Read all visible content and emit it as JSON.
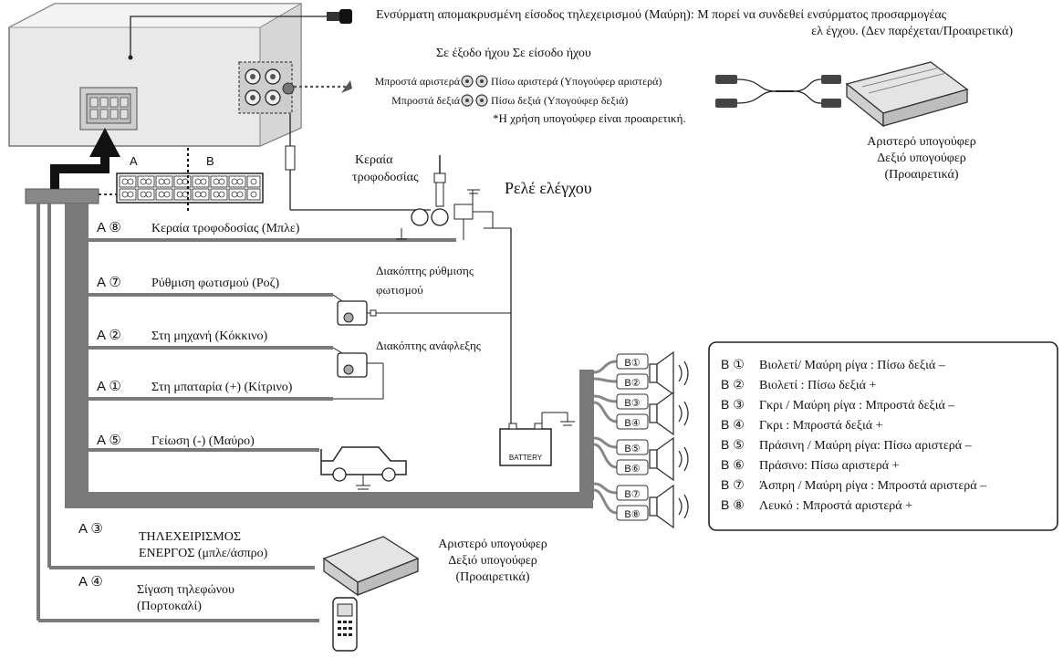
{
  "remote_input": {
    "line1": "Ενσύρματη απομακρυσμένη είσοδος τηλεχειρισμού (Μαύρη): Μ πορεί να συνδεθεί ενσύρματος προσαρμογέας",
    "line2": "ελ έγχου. (Δεν παρέχεται/Προαιρετικά)"
  },
  "audio_io": {
    "header": "Σε έξοδο ήχου Σε είσοδο ήχου",
    "front_left": "Μπροστά αριστερά",
    "front_right": "Μπροστά δεξιά",
    "rear_left": "Πίσω αριστερά (Υπογούφερ αριστερά)",
    "rear_right": "Πίσω δεξιά (Υπογούφερ δεξιά)",
    "note": "*Η χρήση υπογούφερ είναι προαιρετική."
  },
  "subwoofer_top": {
    "line1": "Αριστερό υπογούφερ",
    "line2": "Δεξιό υπογούφερ",
    "line3": "(Προαιρετικά)"
  },
  "connector": {
    "label_a": "A",
    "label_b": "B"
  },
  "antenna": {
    "line1": "Κεραία",
    "line2": "τροφοδοσίας"
  },
  "relay": "Ρελέ ελέγχου",
  "wires": [
    {
      "code": "A ⑧",
      "label": "Κεραία τροφοδοσίας (Μπλε)"
    },
    {
      "code": "A ⑦",
      "label": "Ρύθμιση φωτισμού (Ροζ)"
    },
    {
      "code": "A ②",
      "label": "Στη μηχανή (Κόκκινο)"
    },
    {
      "code": "A ①",
      "label": "Στη μπαταρία (+) (Κίτρινο)"
    },
    {
      "code": "A ⑤",
      "label": "Γείωση (-) (Μαύρο)"
    }
  ],
  "dimmer_switch": {
    "line1": "Διακόπτης ρύθμισης",
    "line2": "φωτισμού"
  },
  "ignition_switch": "Διακόπτης ανάφλεξης",
  "battery": "BATTERY",
  "remote_active": {
    "code": "A ③",
    "line1": "ΤΗΛΕΧΕΙΡΙΣΜΟΣ",
    "line2": "ΕΝΕΡΓΟΣ (μπλε/άσπρο)"
  },
  "phone_mute": {
    "code": "A ④",
    "line1": "Σίγαση τηλεφώνου",
    "line2": "(Πορτοκαλί)"
  },
  "subwoofer_bottom": {
    "line1": "Αριστερό υπογούφερ",
    "line2": "Δεξιό υπογούφερ",
    "line3": "(Προαιρετικά)"
  },
  "speaker_tags": [
    "B①",
    "B②",
    "B③",
    "B④",
    "B⑤",
    "B⑥",
    "B⑦",
    "B⑧"
  ],
  "speaker_legend": [
    {
      "code": "B ①",
      "label": "Βιολετί/ Μαύρη ρίγα : Πίσω δεξιά –"
    },
    {
      "code": "B ②",
      "label": "Βιολετί : Πίσω δεξιά +"
    },
    {
      "code": "B ③",
      "label": "Γκρι / Μαύρη ρίγα : Μπροστά δεξιά –"
    },
    {
      "code": "B ④",
      "label": "Γκρι : Μπροστά δεξιά +"
    },
    {
      "code": "B ⑤",
      "label": "Πράσινη / Μαύρη ρίγα: Πίσω αριστερά –"
    },
    {
      "code": "B ⑥",
      "label": "Πράσινο: Πίσω αριστερά +"
    },
    {
      "code": "B ⑦",
      "label": "Άσπρη / Μαύρη ρίγα : Μπροστά αριστερά –"
    },
    {
      "code": "B ⑧",
      "label": "Λευκό : Μπροστά αριστερά +"
    }
  ]
}
